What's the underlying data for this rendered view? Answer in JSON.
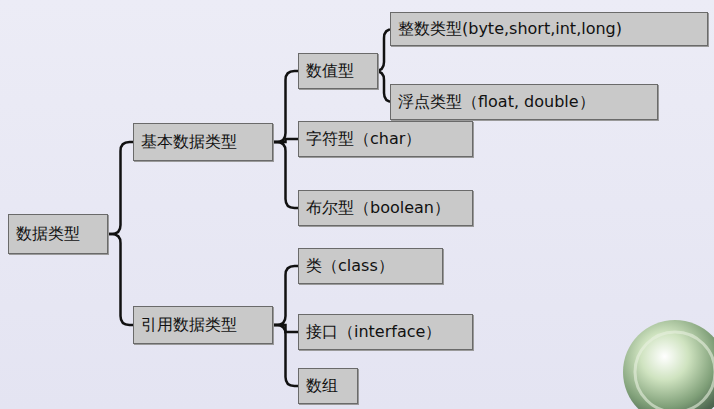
{
  "diagram": {
    "nodes": [
      {
        "text": [
          "数据类型"
        ]
      },
      {
        "text": [
          "基本数据类型"
        ]
      },
      {
        "text": [
          "数值型"
        ]
      },
      {
        "text": [
          "整数类型(byte,short,int,long)"
        ]
      },
      {
        "text": [
          "浮点类型（float, double）"
        ]
      },
      {
        "text": [
          "字符型（char）"
        ]
      },
      {
        "text": [
          "布尔型（boolean）"
        ]
      },
      {
        "text": [
          "引用数据类型"
        ]
      },
      {
        "text": [
          "类（class）"
        ]
      },
      {
        "text": [
          "接口（interface）"
        ]
      },
      {
        "text": [
          "数组"
        ]
      }
    ],
    "edges": [
      {
        "from": 0,
        "to": 1,
        "arrow": "none"
      },
      {
        "from": 0,
        "to": 7,
        "arrow": "none"
      },
      {
        "from": 1,
        "to": 2,
        "arrow": "none"
      },
      {
        "from": 1,
        "to": 5,
        "arrow": "none"
      },
      {
        "from": 1,
        "to": 6,
        "arrow": "none"
      },
      {
        "from": 2,
        "to": 3,
        "arrow": "none"
      },
      {
        "from": 2,
        "to": 4,
        "arrow": "none"
      },
      {
        "from": 7,
        "to": 8,
        "arrow": "none"
      },
      {
        "from": 7,
        "to": 9,
        "arrow": "none"
      },
      {
        "from": 7,
        "to": 10,
        "arrow": "none"
      }
    ]
  }
}
